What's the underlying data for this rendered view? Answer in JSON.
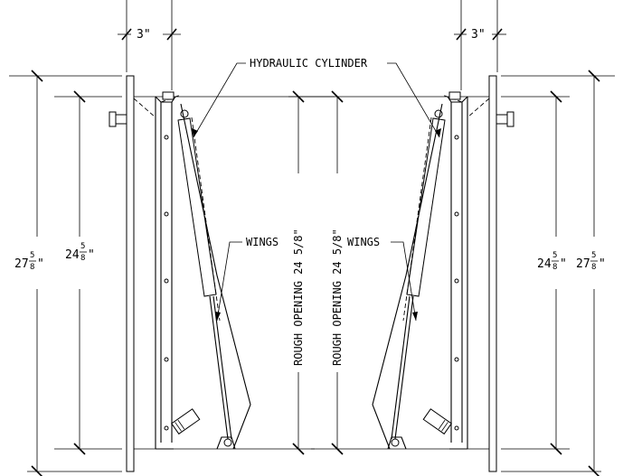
{
  "labels": {
    "hydraulic_cylinder": "HYDRAULIC CYLINDER",
    "wings_left": "WINGS",
    "wings_right": "WINGS",
    "rough_opening_left": "ROUGH OPENING 24 5/8\"",
    "rough_opening_right": "ROUGH OPENING 24 5/8\""
  },
  "dimensions": {
    "top_left": "3\"",
    "top_right": "3\"",
    "outer_left_whole": "27",
    "outer_left_num": "5",
    "outer_left_den": "8",
    "outer_left_unit": "\"",
    "inner_left_whole": "24",
    "inner_left_num": "5",
    "inner_left_den": "8",
    "inner_left_unit": "\"",
    "inner_right_whole": "24",
    "inner_right_num": "5",
    "inner_right_den": "8",
    "inner_right_unit": "\"",
    "outer_right_whole": "27",
    "outer_right_num": "5",
    "outer_right_den": "8",
    "outer_right_unit": "\""
  }
}
